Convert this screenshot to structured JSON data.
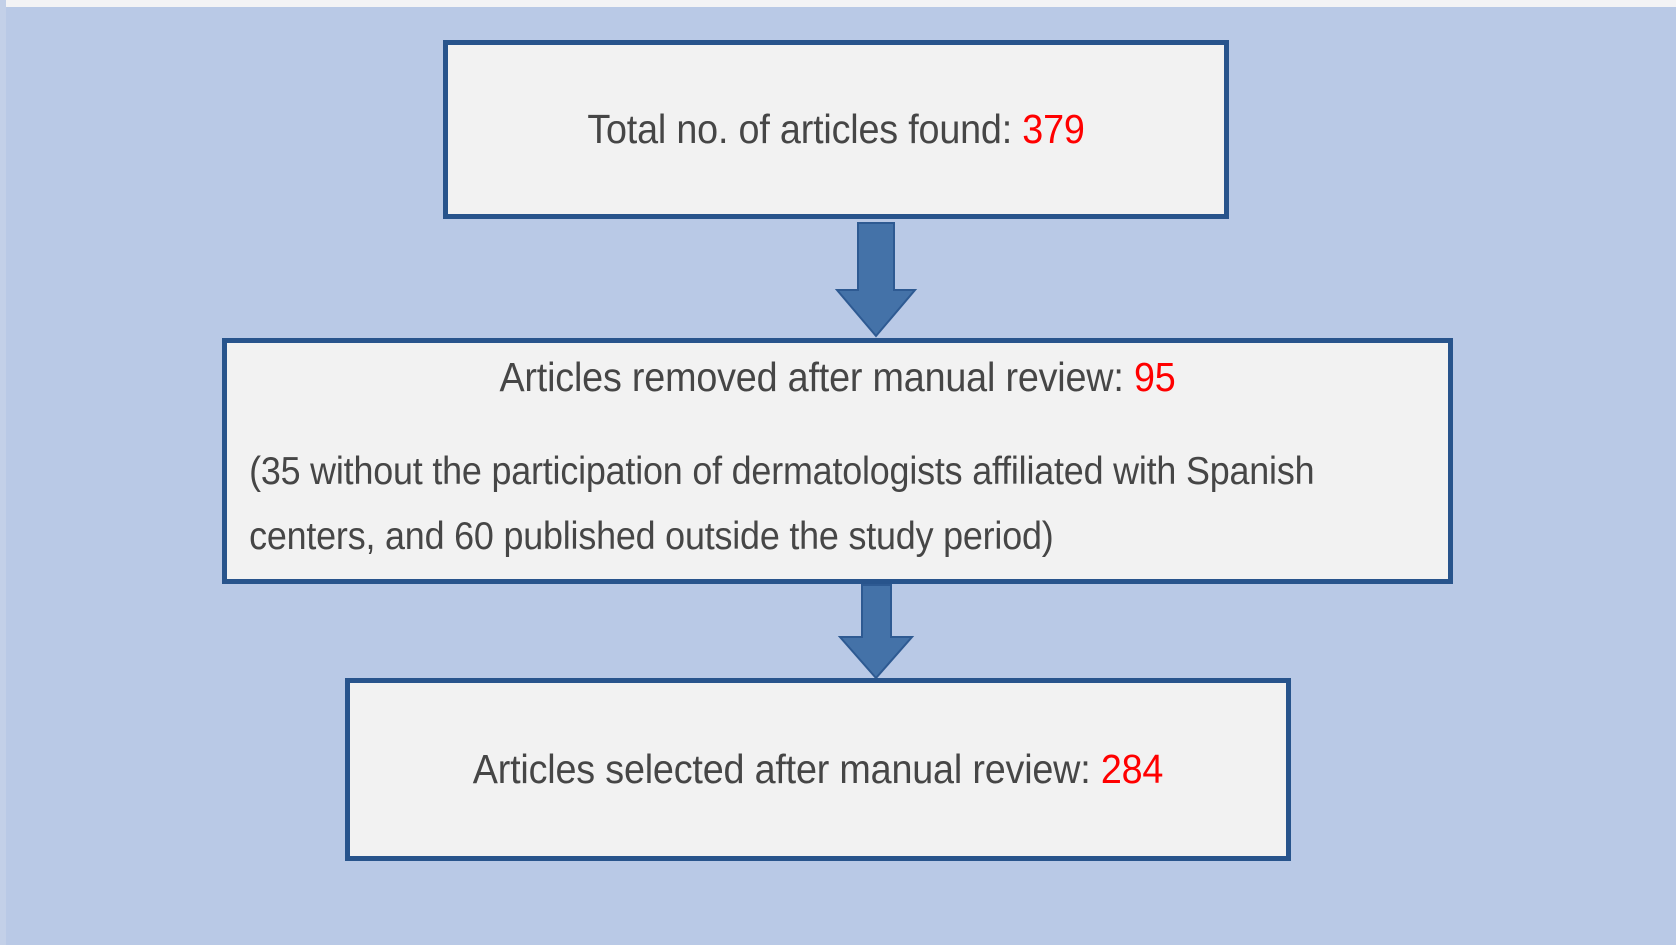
{
  "figure": {
    "type": "flowchart",
    "orientation": "vertical",
    "background_color": "#b9c9e6",
    "box_fill_color": "#f2f2f2",
    "box_border_color": "#28548c",
    "arrow_color": "#4472a8",
    "text_color": "#464646",
    "highlight_number_color": "#ff0000"
  },
  "nodes": [
    {
      "id": "total-found",
      "label_prefix": "Total no. of articles found: ",
      "count": "379"
    },
    {
      "id": "removed",
      "label_prefix": "Articles removed after manual review: ",
      "count": "95",
      "detail_line_1": "(35 without the participation of dermatologists affiliated with Spanish",
      "detail_line_2": "centers, and 60 published outside the study period)"
    },
    {
      "id": "selected",
      "label_prefix": "Articles selected after manual review: ",
      "count": "284"
    }
  ],
  "connectors": [
    {
      "id": "arrow-total-to-removed",
      "icon": "down-arrow-icon",
      "from": "total-found",
      "to": "removed"
    },
    {
      "id": "arrow-removed-to-selected",
      "icon": "down-arrow-icon",
      "from": "removed",
      "to": "selected"
    }
  ]
}
